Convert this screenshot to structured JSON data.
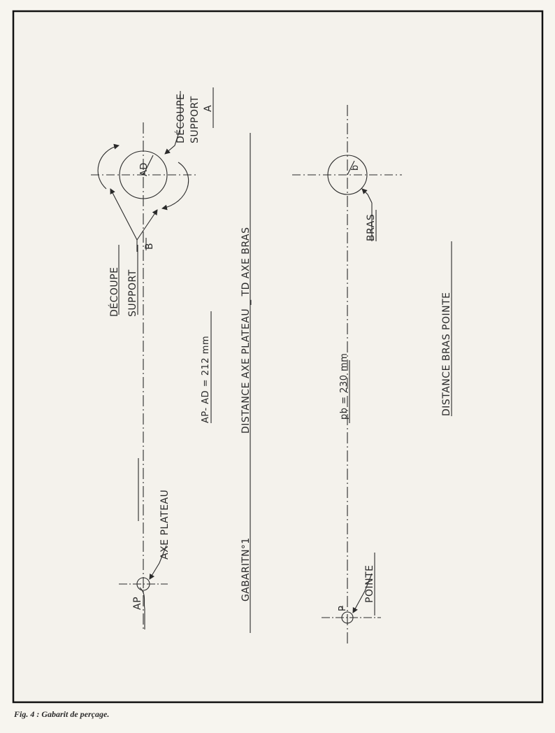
{
  "drawing": {
    "label_ap": "AP",
    "label_axe_plateau": "AXE   PLATEAU",
    "label_ad": "AD",
    "label_decoupe_a_1": "DÉCOUPE",
    "label_decoupe_a_2": "SUPPORT",
    "label_decoupe_a_3": "A",
    "label_decoupe_b_1": "DÉCOUPE",
    "label_decoupe_b_2": "SUPPORT",
    "label_decoupe_b_3": "B",
    "label_ap_ad": "AP- AD = 212 mm",
    "label_gabarit": "GABARITN°1",
    "label_distance_plateau": "DISTANCE   AXE   PLATEAU  _  TD    AXE   BRAS",
    "label_p": "P",
    "label_pointe": "POINTE",
    "label_pb": "pb = 230 mm",
    "label_b": "b",
    "label_bras": "BRAS",
    "label_distance_bras": "DISTANCE    BRAS   POINTE"
  },
  "caption": "Fig. 4 : Gabarit de perçage."
}
